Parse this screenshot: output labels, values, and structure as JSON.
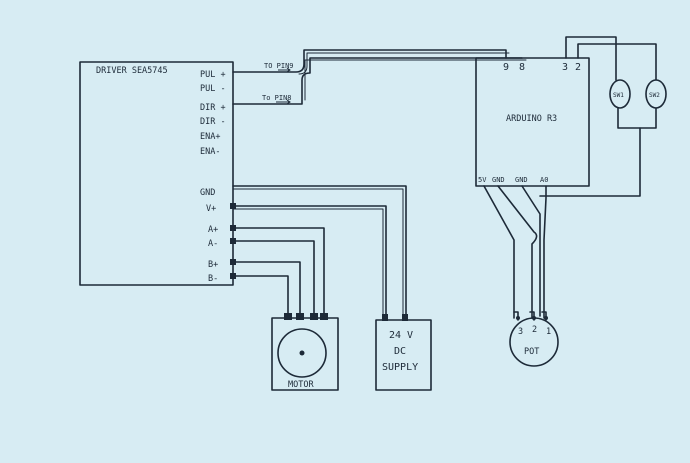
{
  "driver": {
    "title": "DRIVER SEA5745",
    "pins": {
      "pul_plus": "PUL +",
      "pul_minus": "PUL -",
      "dir_plus": "DIR +",
      "dir_minus": "DIR -",
      "ena_plus": "ENA+",
      "ena_minus": "ENA-",
      "gnd": "GND",
      "vplus": "V+",
      "a_plus": "A+",
      "a_minus": "A-",
      "b_plus": "B+",
      "b_minus": "B-"
    }
  },
  "wire_labels": {
    "to_pin9": "TO PIN9",
    "to_pin8": "To PIN8"
  },
  "arduino": {
    "title": "ARDUINO R3",
    "pins": {
      "p9": "9",
      "p8": "8",
      "p3": "3",
      "p2": "2",
      "v5": "5V",
      "gnd1": "GND",
      "gnd2": "GND",
      "a0": "A0"
    }
  },
  "switches": {
    "sw1": "SW1",
    "sw2": "SW2"
  },
  "motor": {
    "label": "MOTOR"
  },
  "supply": {
    "line1": "24 V",
    "line2": "DC",
    "line3": "SUPPLY"
  },
  "pot": {
    "label": "POT",
    "pin3": "3",
    "pin2": "2",
    "pin1": "1"
  }
}
